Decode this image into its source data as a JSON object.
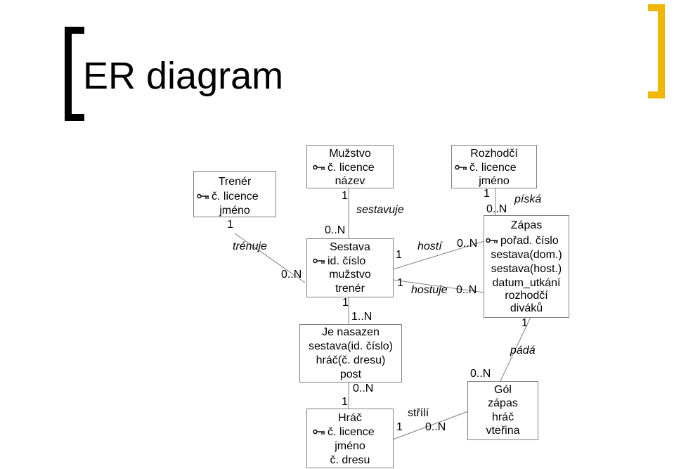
{
  "slide": {
    "title": "ER diagram"
  },
  "entities": {
    "trener": {
      "name": "Trenér",
      "attrs": [
        "č. licence",
        "jméno"
      ],
      "key_attr": "č. licence"
    },
    "muzstvo": {
      "name": "Mužstvo",
      "attrs": [
        "č. licence",
        "název"
      ],
      "key_attr": "č. licence"
    },
    "sestava": {
      "name": "Sestava",
      "attrs": [
        "id. číslo",
        "mužstvo",
        "trenér"
      ],
      "key_attr": "id. číslo"
    },
    "je_nasazen": {
      "name": "Je nasazen",
      "attrs": [
        "sestava(id. číslo)",
        "hráč(č. dresu)",
        "post"
      ]
    },
    "hrac": {
      "name": "Hráč",
      "attrs": [
        "č. licence",
        "jméno",
        "č. dresu"
      ],
      "key_attr": "č. licence"
    },
    "rozhodci": {
      "name": "Rozhodčí",
      "attrs": [
        "č. licence",
        "jméno"
      ],
      "key_attr": "č. licence"
    },
    "zapas": {
      "name": "Zápas",
      "attrs": [
        "pořad. číslo",
        "sestava(dom.)",
        "sestava(host.)",
        "datum_utkání",
        "rozhodčí",
        "diváků"
      ],
      "key_attr": "pořad. číslo"
    },
    "gol": {
      "name": "Gól",
      "attrs": [
        "zápas",
        "hráč",
        "vteřina"
      ]
    }
  },
  "relationships": {
    "trenuje": "trénuje",
    "sestavuje": "sestavuje",
    "hosti": "hostí",
    "hostuje": "hostuje",
    "piska": "píská",
    "pada": "pádá",
    "strili": "střílí"
  },
  "cardinalities": {
    "trener_trenuje": "1",
    "sestava_trenuje": "0..N",
    "muzstvo_sestavuje": "1",
    "sestava_sestavuje": "0..N",
    "sestava_hosti": "1",
    "zapas_hosti": "0..N",
    "sestava_hostuje": "1",
    "zapas_hostuje": "0..N",
    "sestava_nasazen": "1",
    "nasazen_sestava": "1..N",
    "nasazen_hrac": "0..N",
    "hrac_nasazen": "1",
    "rozhodci_piska": "1",
    "zapas_piska": "0..N",
    "zapas_pada": "1",
    "gol_pada": "0..N",
    "hrac_strili": "1",
    "gol_strili": "0..N"
  },
  "colors": {
    "accent_bracket": "#f2b705",
    "box_border": "#808080",
    "connector": "#808080"
  },
  "icons": {
    "key_attribute": "key-icon"
  }
}
